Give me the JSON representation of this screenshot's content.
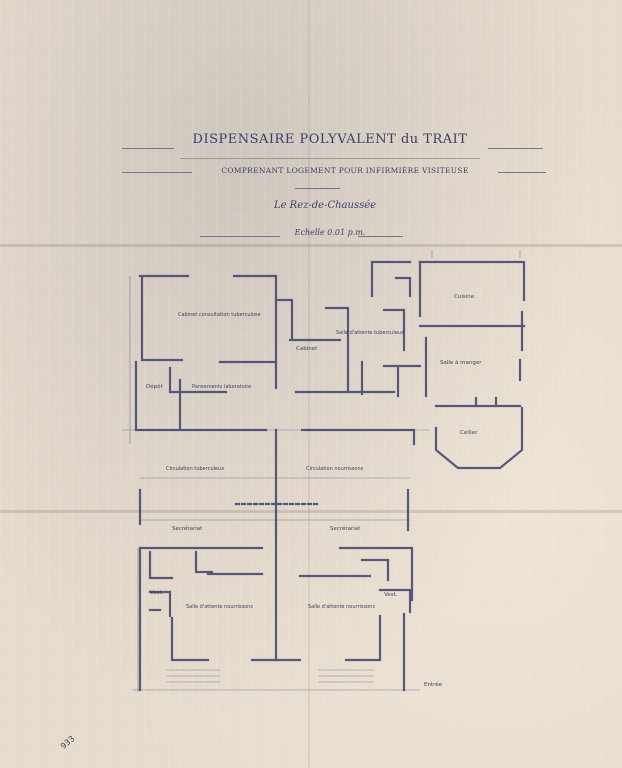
{
  "document": {
    "title": "DISPENSAIRE POLYVALENT du TRAIT",
    "subtitle": "COMPRENANT LOGEMENT POUR INFIRMIÈRE VISITEUSE",
    "level": "Le Rez-de-Chaussée",
    "scale": "Echelle 0.01 p.m."
  },
  "rooms": {
    "consult_tuberculose": "Cabinet consultation tuberculose",
    "cabinet": "Cabinet",
    "salle_soins": "Salle d'attente tuberculeux",
    "depot": "Dépôt",
    "pansements": "Pansements laboratoire",
    "cuisine": "Cuisine",
    "salle_manger": "Salle à manger",
    "cellier": "Cellier",
    "circulation_tuberculeux": "Circulation tuberculeux",
    "circulation_nourrissons": "Circulation nourrissons",
    "secretariat_left": "Secrétariat",
    "secretariat_right": "Secrétariat",
    "salle_attente_left": "Salle d'attente nourrissons",
    "salle_attente_right": "Salle d'attente nourrissons",
    "vestiaire_left": "Vest.",
    "vestiaire_right": "Vest."
  },
  "annotations": {
    "entry": "Entrée",
    "page_number": "933"
  },
  "colors": {
    "paper": "#e6dbcc",
    "ink": "#3b3f66"
  }
}
